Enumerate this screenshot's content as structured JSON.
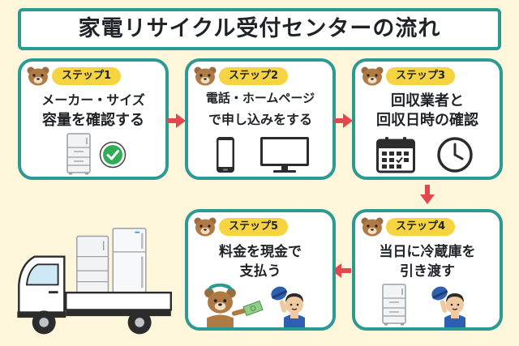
{
  "title": "家電リサイクル受付センターの流れ",
  "colors": {
    "teal": "#2a9a92",
    "yellow": "#f6d340",
    "arrow": "#e0484e",
    "background": "#fdf6da"
  },
  "steps": [
    {
      "label": "ステップ1",
      "line1": "メーカー・サイズ",
      "line2": "容量を確認する",
      "icons": [
        "refrigerator-icon",
        "check-circle-icon"
      ]
    },
    {
      "label": "ステップ2",
      "line1": "電話・ホームページ",
      "line2": "で申し込みをする",
      "icons": [
        "smartphone-icon",
        "monitor-icon"
      ]
    },
    {
      "label": "ステップ3",
      "line1": "回収業者と",
      "line2": "回収日時の確認",
      "icons": [
        "calendar-icon",
        "clock-icon"
      ]
    },
    {
      "label": "ステップ4",
      "line1": "当日に冷蔵庫を",
      "line2": "引き渡す",
      "icons": [
        "refrigerator-icon",
        "worker-icon"
      ]
    },
    {
      "label": "ステップ5",
      "line1": "料金を現金で",
      "line2": "支払う",
      "icons": [
        "bear-with-money-icon",
        "worker-icon"
      ]
    }
  ],
  "illustration": "truck-with-refrigerators"
}
